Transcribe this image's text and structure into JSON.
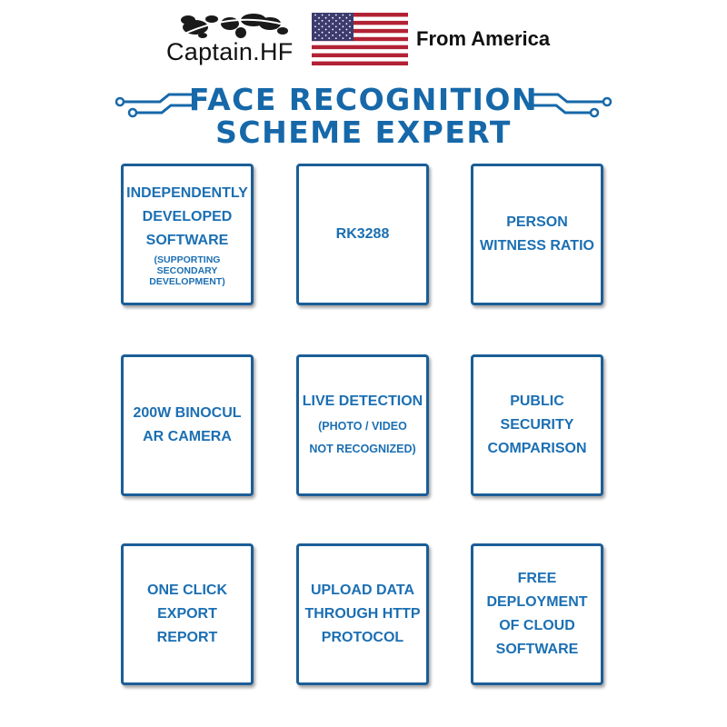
{
  "header": {
    "brand": "Captain.HF",
    "origin": "From America"
  },
  "title": {
    "line1": "FACE RECOGNITION",
    "line2": "SCHEME EXPERT"
  },
  "colors": {
    "accent": "#1b6fb3",
    "border": "#1b5e97",
    "flag_red": "#b22234",
    "flag_blue": "#3c3b6e"
  },
  "features": [
    {
      "main": "INDEPENDENTLY\nDEVELOPED\nSOFTWARE",
      "sub": "(SUPPORTING SECONDARY\nDEVELOPMENT)"
    },
    {
      "main": "RK3288",
      "sub": ""
    },
    {
      "main": "PERSON\nWITNESS RATIO",
      "sub": ""
    },
    {
      "main": "200W BINOCUL\nAR CAMERA",
      "sub": ""
    },
    {
      "main": "LIVE DETECTION",
      "sub": "(PHOTO / VIDEO\nNOT RECOGNIZED)"
    },
    {
      "main": "PUBLIC\nSECURITY\nCOMPARISON",
      "sub": ""
    },
    {
      "main": "ONE CLICK\nEXPORT REPORT",
      "sub": ""
    },
    {
      "main": "UPLOAD DATA\nTHROUGH HTTP\nPROTOCOL",
      "sub": ""
    },
    {
      "main": "FREE\nDEPLOYMENT\nOF CLOUD\nSOFTWARE",
      "sub": ""
    }
  ]
}
